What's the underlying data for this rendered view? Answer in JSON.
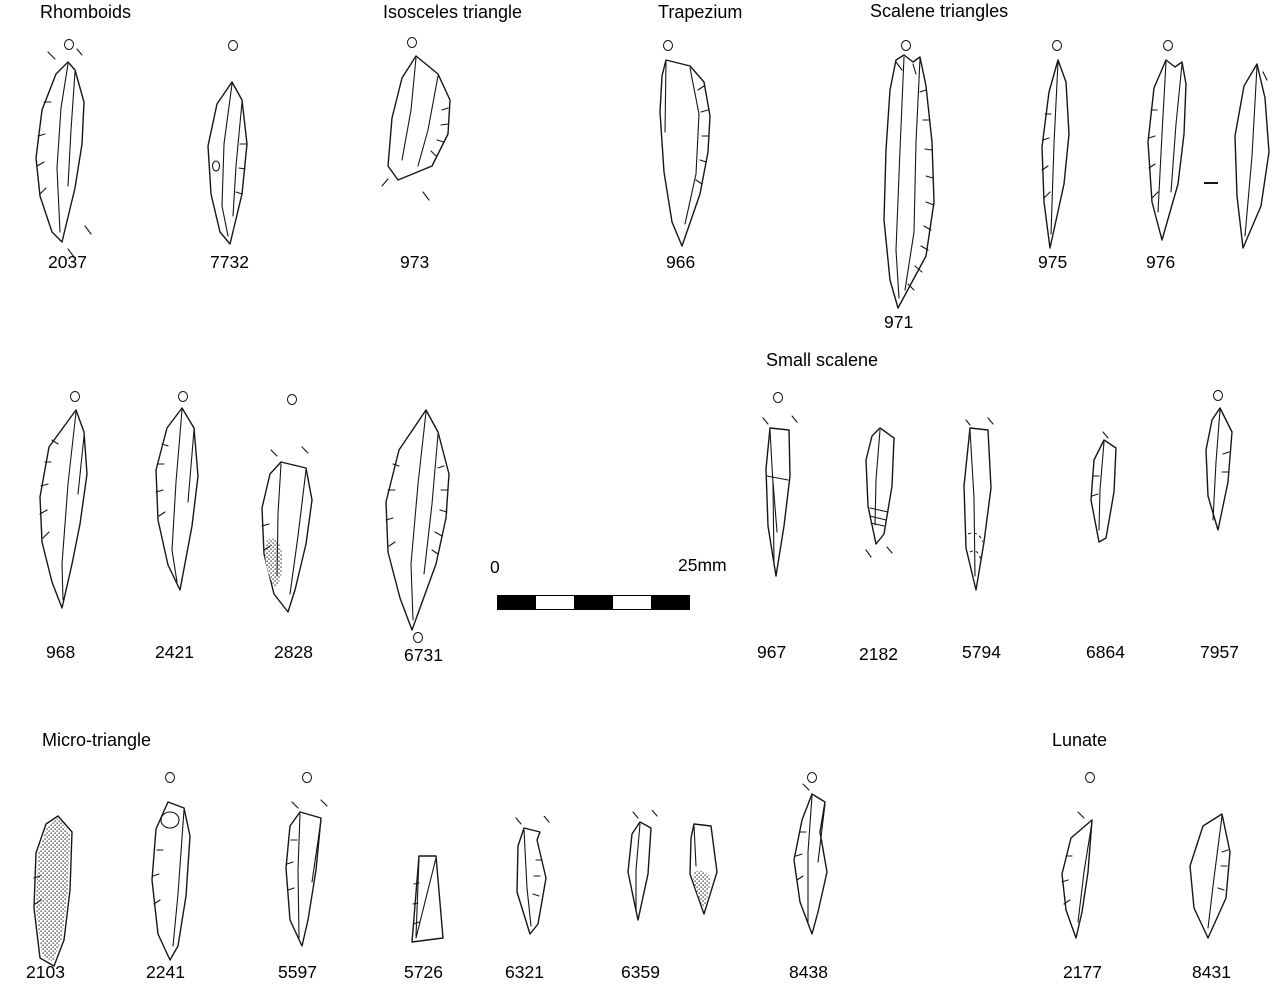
{
  "figure": {
    "sections": {
      "rhomboids": "Rhomboids",
      "isosceles": "Isosceles triangle",
      "trapezium": "Trapezium",
      "scalene": "Scalene triangles",
      "small_scalene": "Small scalene",
      "micro_triangle": "Micro-triangle",
      "lunate": "Lunate"
    },
    "scale_bar": {
      "start": "0",
      "end": "25mm"
    },
    "artifacts": {
      "a2037": "2037",
      "a7732": "7732",
      "a973": "973",
      "a966": "966",
      "a971": "971",
      "a975": "975",
      "a976": "976",
      "a968": "968",
      "a2421": "2421",
      "a2828": "2828",
      "a6731": "6731",
      "a967": "967",
      "a2182": "2182",
      "a5794": "5794",
      "a6864": "6864",
      "a7957": "7957",
      "a2103": "2103",
      "a2241": "2241",
      "a5597": "5597",
      "a5726": "5726",
      "a6321": "6321",
      "a6359": "6359",
      "a8438": "8438",
      "a2177": "2177",
      "a8431": "8431"
    }
  }
}
